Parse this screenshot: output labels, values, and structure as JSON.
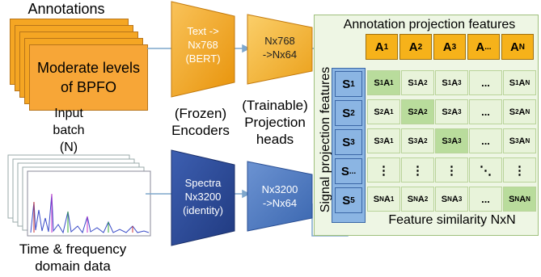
{
  "annotations": {
    "title": "Annotations",
    "card_text_line1": "Moderate levels",
    "card_text_line2": "of BPFO"
  },
  "input_batch": {
    "line1": "Input",
    "line2": "batch",
    "line3": "(N)"
  },
  "time_freq": {
    "line1": "Time & frequency",
    "line2": "domain data"
  },
  "text_encoder": {
    "line1": "Text ->",
    "line2": "Nx768",
    "line3": "(BERT)"
  },
  "spectra_encoder": {
    "line1": "Spectra",
    "line2": "Nx3200",
    "line3": "(identity)"
  },
  "text_proj": {
    "line1": "Nx768",
    "line2": "->Nx64"
  },
  "spectra_proj": {
    "line1": "Nx3200",
    "line2": "->Nx64"
  },
  "frozen_label": {
    "line1": "(Frozen)",
    "line2": "Encoders"
  },
  "trainable_label": {
    "line1": "(Trainable)",
    "line2": "Projection",
    "line3": "heads"
  },
  "matrix": {
    "annotation_title": "Annotation projection features",
    "signal_title": "Signal projection features",
    "similarity_title": "Feature similarity NxN",
    "a_headers": [
      {
        "b": "A",
        "s": "1"
      },
      {
        "b": "A",
        "s": "2"
      },
      {
        "b": "A",
        "s": "3"
      },
      {
        "b": "A",
        "s": "..."
      },
      {
        "b": "A",
        "s": "N"
      }
    ],
    "s_headers": [
      {
        "b": "S",
        "s": "1"
      },
      {
        "b": "S",
        "s": "2"
      },
      {
        "b": "S",
        "s": "3"
      },
      {
        "b": "S",
        "s": "..."
      },
      {
        "b": "S",
        "s": "5"
      }
    ],
    "row_prefix": [
      "S1",
      "S2",
      "S3",
      "S...",
      "SN"
    ],
    "ellipsis_h": "...",
    "ellipsis_v": "⋮",
    "ellipsis_d": "⋱"
  },
  "colors": {
    "orange": "#f5a623",
    "gold": "#f6b21a",
    "blue_dark": "#2f4f9c",
    "blue_light": "#8bb5e3",
    "green_panel": "#eef6e4",
    "green_diag": "#b9dc9c"
  }
}
